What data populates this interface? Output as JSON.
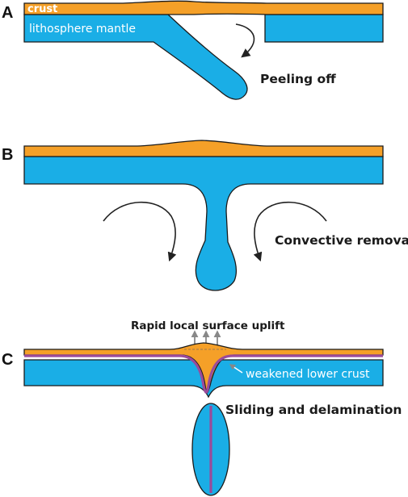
{
  "colors": {
    "crust": "#f5a028",
    "mantle": "#1aaee6",
    "weakened_layer": "#9a4b9a",
    "outline": "#1a1a1a",
    "arrow": "#222222",
    "uplift_arrow": "#888888"
  },
  "panel_a": {
    "letter": "A",
    "crust_label": "crust",
    "mantle_label": "lithosphere mantle",
    "caption": "Peeling off"
  },
  "panel_b": {
    "letter": "B",
    "caption": "Convective removal"
  },
  "panel_c": {
    "letter": "C",
    "uplift_caption": "Rapid local surface uplift",
    "weak_label": "weakened lower crust",
    "caption": "Sliding and delamination"
  }
}
